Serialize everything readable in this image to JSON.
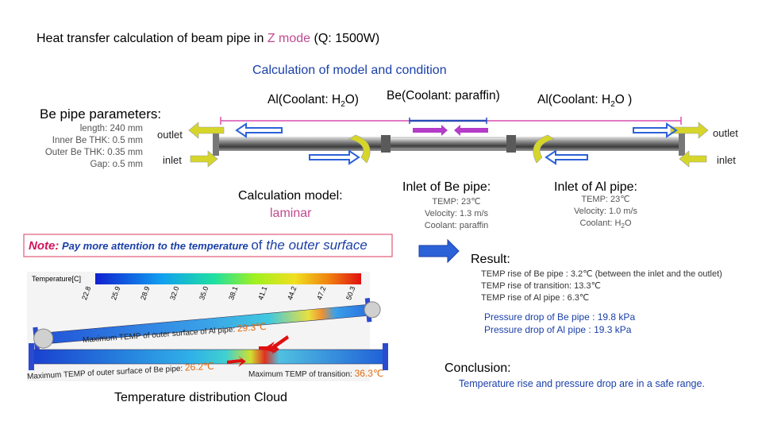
{
  "title": {
    "prefix": "Heat transfer calculation of beam pipe in ",
    "mode": "Z mode",
    "suffix": " (Q: 1500W)"
  },
  "subtitle": "Calculation of  model  and  condition",
  "be_pipe": {
    "heading": "Be pipe parameters:",
    "params": [
      "length: 240 mm",
      "Inner Be THK: 0.5 mm",
      "Outer Be THK: 0.35 mm",
      "Gap: o.5 mm"
    ]
  },
  "coolants": {
    "left": {
      "prefix": "Al(Coolant: H",
      "sub": "2",
      "suffix": "O)"
    },
    "middle": "Be(Coolant: paraffin)",
    "right": {
      "prefix": "Al(Coolant: H",
      "sub": "2",
      "suffix": "O )"
    }
  },
  "flow_labels": {
    "outlet_left": "outlet",
    "inlet_left": "inlet",
    "outlet_right": "outlet",
    "inlet_right": "inlet"
  },
  "calculation_model": {
    "label": "Calculation model:",
    "value": "laminar"
  },
  "inlet_be": {
    "heading": "Inlet of Be pipe:",
    "temp": "TEMP: 23℃",
    "velocity": "Velocity:  1.3 m/s",
    "coolant": "Coolant:  paraffin"
  },
  "inlet_al": {
    "heading": "Inlet of Al pipe:",
    "temp": "TEMP: 23℃",
    "velocity": "Velocity:  1.0 m/s",
    "coolant_prefix": "Coolant: H",
    "coolant_sub": "2",
    "coolant_suffix": "O"
  },
  "note": {
    "label": "Note:",
    "text": " Pay more attention to the temperature ",
    "of": "of",
    "tail": " the outer surface"
  },
  "result": {
    "heading": "Result:",
    "rises": [
      "TEMP rise of Be pipe   : 3.2℃  (between the inlet and the outlet)",
      "TEMP rise of transition: 13.3℃",
      "TEMP rise of Al pipe   :  6.3℃"
    ],
    "pressures": [
      "Pressure drop of Be pipe : 19.8 kPa",
      "Pressure drop of Al pipe : 19.3 kPa"
    ]
  },
  "conclusion": {
    "heading": "Conclusion:",
    "text": "Temperature rise and pressure drop are in a safe range."
  },
  "temperature_cloud": {
    "legend_title": "Temperature[C]",
    "ticks": [
      "22.8",
      "25.9",
      "28.9",
      "32.0",
      "35.0",
      "38.1",
      "41.1",
      "44.2",
      "47.2",
      "50.3"
    ],
    "max_al": {
      "label": "Maximum TEMP of outer surface of Al pipe: ",
      "value": "29.3℃"
    },
    "max_be": {
      "label": "Maximum TEMP of outer surface of Be pipe: ",
      "value": "26.2℃"
    },
    "max_transition": {
      "label": "Maximum TEMP of transition: ",
      "value": "36.3℃"
    },
    "caption": "Temperature distribution Cloud"
  },
  "colors": {
    "accent_pink": "#c04a8f",
    "accent_blue": "#1a3fa8",
    "note_red": "#d4145a",
    "arrow_yellow": "#d6d62a",
    "arrow_purple": "#b43cc8",
    "arrow_blue": "#2c62d8"
  }
}
